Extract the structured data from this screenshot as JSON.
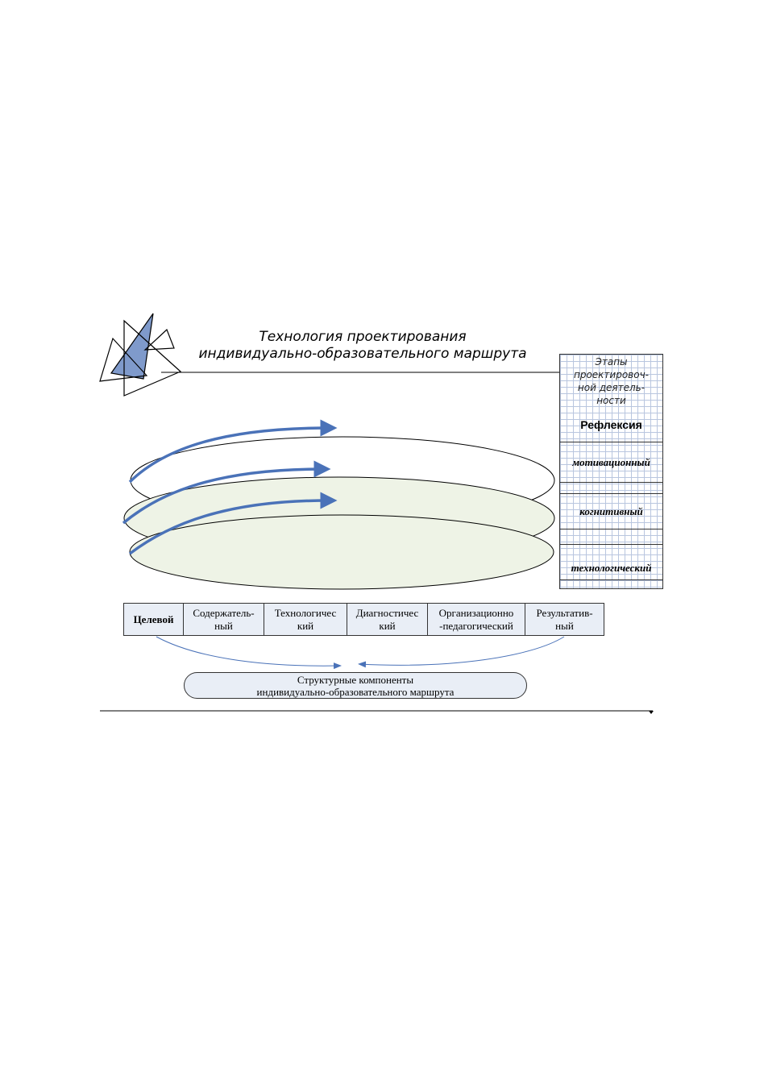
{
  "title": {
    "line1": "Технология проектирования",
    "line2": "индивидуально-образовательного маршрута"
  },
  "stages_panel": {
    "header_line1": "Этапы",
    "header_line2": "проектировоч-",
    "header_line3": "ной деятель-",
    "header_line4": "ности",
    "reflexia": "Рефлексия",
    "stages": [
      "мотивационный",
      "когнитивный",
      "технологический"
    ]
  },
  "components": [
    {
      "line1": "Целевой",
      "line2": ""
    },
    {
      "line1": "Содержатель-",
      "line2": "ный"
    },
    {
      "line1": "Технологичес",
      "line2": "кий"
    },
    {
      "line1": "Диагностичес",
      "line2": "кий"
    },
    {
      "line1": "Организационно",
      "line2": "-педагогический"
    },
    {
      "line1": "Результатив-",
      "line2": "ный"
    }
  ],
  "structural": {
    "line1": "Структурные компоненты",
    "line2": "индивидуально-образовательного маршрута"
  },
  "colors": {
    "accent_blue": "#4a72b8",
    "triangle_fill": "#7f9acb",
    "ellipse_fill": "#eef3e6",
    "box_fill": "#e9eef6"
  }
}
